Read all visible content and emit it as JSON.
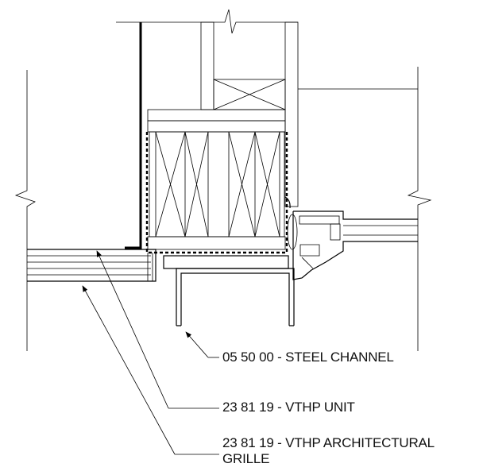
{
  "callouts": [
    {
      "id": "steel-channel",
      "text": "05 50 00 - STEEL CHANNEL"
    },
    {
      "id": "vthp-unit",
      "text": "23 81 19 - VTHP UNIT"
    },
    {
      "id": "vthp-grille",
      "text": "23 81 19 - VTHP ARCHITECTURAL\nGRILLE"
    }
  ]
}
